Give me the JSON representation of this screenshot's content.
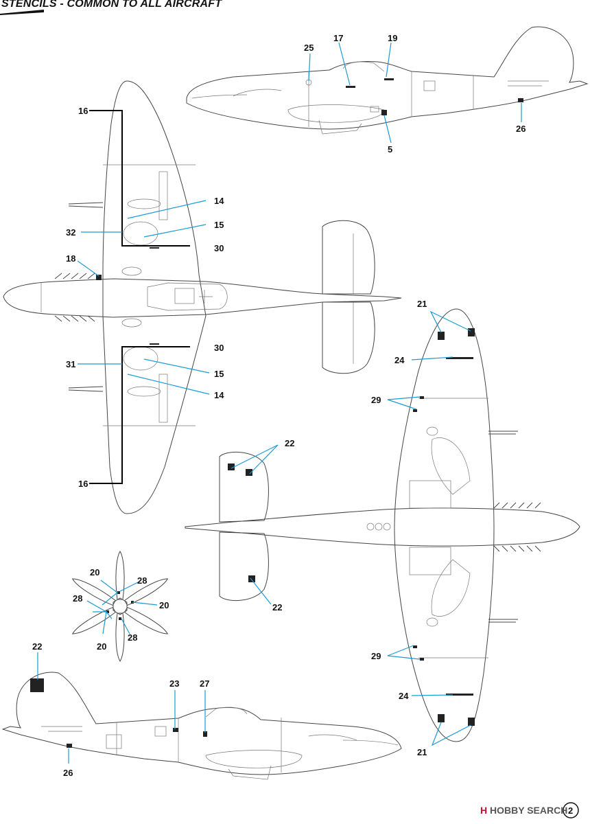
{
  "title": "STENCILS - COMMON TO ALL AIRCRAFT",
  "callouts": {
    "c25": "25",
    "c17": "17",
    "c19": "19",
    "c26_top": "26",
    "c5": "5",
    "c16_top": "16",
    "c14_top": "14",
    "c32": "32",
    "c15_top": "15",
    "c30_top": "30",
    "c18": "18",
    "c30_bot": "30",
    "c31": "31",
    "c15_bot": "15",
    "c14_bot": "14",
    "c16_bot": "16",
    "c21_top": "21",
    "c24_top": "24",
    "c29_top": "29",
    "c22_top": "22",
    "c22_bot": "22",
    "c29_bot": "29",
    "c24_bot": "24",
    "c21_bot": "21",
    "c20_a": "20",
    "c28_a": "28",
    "c28_b": "28",
    "c20_b": "20",
    "c20_c": "20",
    "c28_c": "28",
    "c22_side": "22",
    "c23": "23",
    "c27": "27",
    "c26_side": "26"
  },
  "watermark": {
    "mark": "H",
    "text": "HOBBY SEARCH"
  },
  "page_number": "2"
}
